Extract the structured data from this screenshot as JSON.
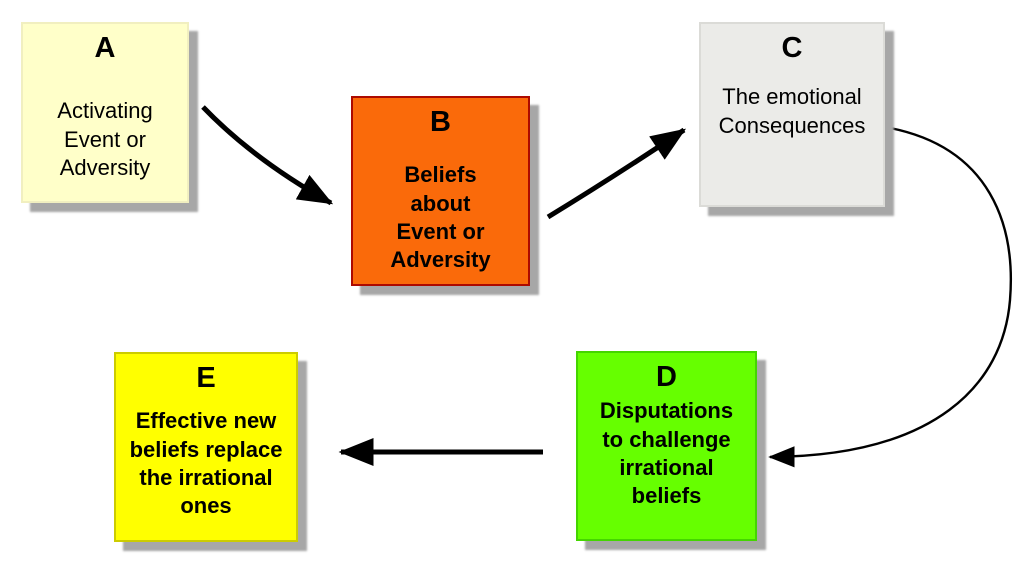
{
  "boxes": [
    {
      "id": "A",
      "letter": "A",
      "body": "Activating\nEvent or\nAdversity",
      "fill": "#FFFFC9",
      "border": "#F1EFC0",
      "bold_body": false
    },
    {
      "id": "B",
      "letter": "B",
      "body": "Beliefs\nabout\nEvent or\nAdversity",
      "fill": "#FA6A0A",
      "border": "#AD0A00",
      "bold_body": true
    },
    {
      "id": "C",
      "letter": "C",
      "body": "The emotional\nConsequences",
      "fill": "#EBEBE8",
      "border": "#DBDBD7",
      "bold_body": false
    },
    {
      "id": "D",
      "letter": "D",
      "body": "Disputations\nto challenge\nirrational\nbeliefs",
      "fill": "#66FF00",
      "border": "#44D500",
      "bold_body": true
    },
    {
      "id": "E",
      "letter": "E",
      "body": "Effective new\nbeliefs replace\nthe irrational\nones",
      "fill": "#FFFF00",
      "border": "#CCCC00",
      "bold_body": true
    }
  ],
  "arrows": [
    {
      "name": "arrow-a-to-b",
      "from": "A",
      "to": "B",
      "style": "bold-straight"
    },
    {
      "name": "arrow-b-to-c",
      "from": "B",
      "to": "C",
      "style": "bold-straight"
    },
    {
      "name": "arrow-c-to-d",
      "from": "C",
      "to": "D",
      "style": "thin-curved"
    },
    {
      "name": "arrow-d-to-e",
      "from": "D",
      "to": "E",
      "style": "bold-straight"
    }
  ],
  "colors": {
    "background": "#FFFFFF",
    "arrow": "#000000",
    "shadow": "#A7A7A7",
    "text": "#000000"
  }
}
